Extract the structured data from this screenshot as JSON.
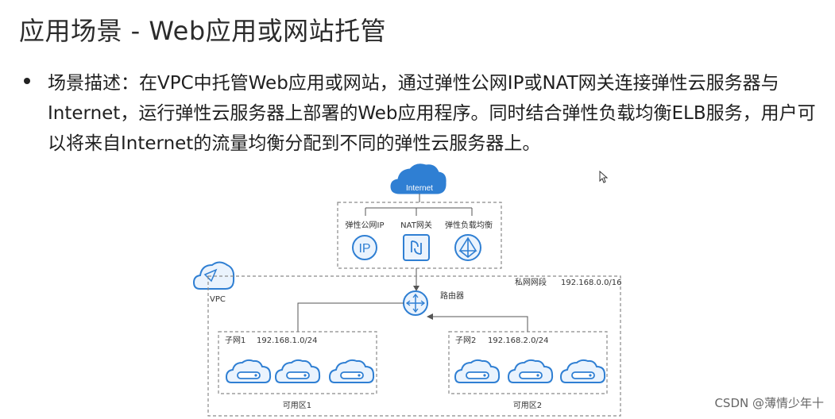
{
  "title": "应用场景 - Web应用或网站托管",
  "description": "场景描述：在VPC中托管Web应用或网站，通过弹性公网IP或NAT网关连接弹性云服务器与Internet，运行弹性云服务器上部署的Web应用程序。同时结合弹性负载均衡ELB服务，用户可以将来自Internet的流量均衡分配到不同的弹性云服务器上。",
  "diagram": {
    "internet": "Internet",
    "gateways": {
      "eip": "弹性公网IP",
      "nat": "NAT网关",
      "elb": "弹性负载均衡",
      "eip_icon_text": "IP"
    },
    "vpc": "VPC",
    "private_segment": "私网网段",
    "private_cidr": "192.168.0.0/16",
    "router": "路由器",
    "subnet1": {
      "name": "子网1",
      "cidr": "192.168.1.0/24",
      "az": "可用区1"
    },
    "subnet2": {
      "name": "子网2",
      "cidr": "192.168.2.0/24",
      "az": "可用区2"
    }
  },
  "watermark": "CSDN @薄情少年十",
  "colors": {
    "accent": "#2f7fd3",
    "dashed": "#8a8a8a",
    "cloud_fill": "#eaf3fd"
  },
  "icons": [
    "cloud-icon",
    "ip-icon",
    "nat-icon",
    "elb-icon",
    "router-icon",
    "server-icon",
    "vpc-cloud-icon",
    "cursor-icon"
  ]
}
